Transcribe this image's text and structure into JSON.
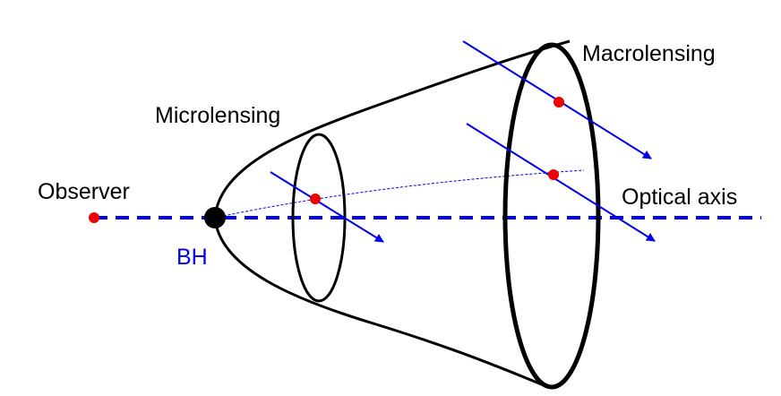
{
  "labels": {
    "microlensing": "Microlensing",
    "macrolensing": "Macrolensing",
    "observer": "Observer",
    "optical_axis": "Optical axis",
    "bh": "BH"
  },
  "colors": {
    "outline": "#000000",
    "ray": "#0000ee",
    "point": "#ee0000",
    "bh_label": "#0000ee"
  }
}
